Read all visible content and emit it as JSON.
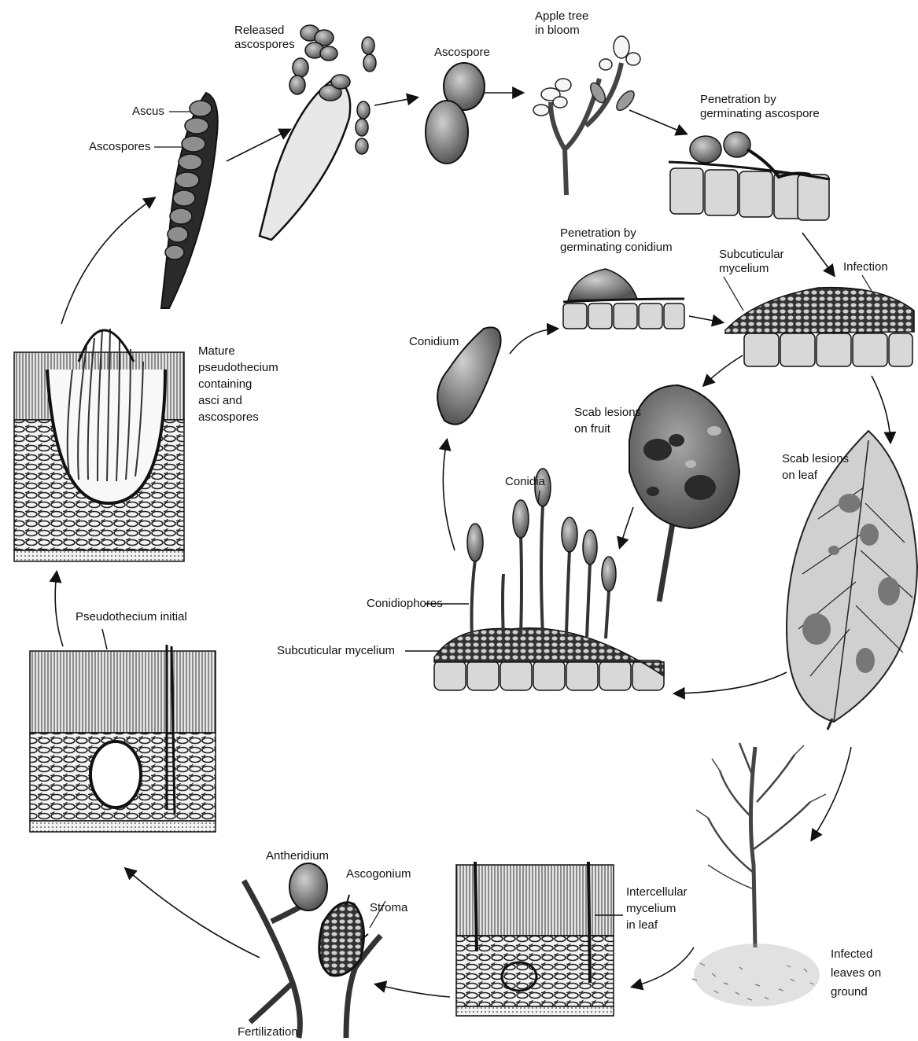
{
  "labels": {
    "released_ascospores": "Released\nascospores",
    "ascospore": "Ascospore",
    "apple_tree_in_bloom": "Apple tree\nin bloom",
    "ascus": "Ascus",
    "ascospores": "Ascospores",
    "penetration_by_germinating_ascospore": "Penetration by\ngerminating ascospore",
    "penetration_by_germinating_conidium": "Penetration by\ngerminating conidium",
    "subcuticular_mycelium_top": "Subcuticular\nmycelium",
    "infection": "Infection",
    "conidium": "Conidium",
    "mature_pseudothecium": "Mature\npseudothecium\ncontaining\nasci and\nascospores",
    "scab_lesions_on_fruit": "Scab lesions\non fruit",
    "scab_lesions_on_leaf": "Scab lesions\non leaf",
    "conidia": "Conidia",
    "conidiophores": "Conidiophores",
    "subcuticular_mycelium_bottom": "Subcuticular mycelium",
    "pseudothecium_initial": "Pseudothecium initial",
    "antheridium": "Antheridium",
    "ascogonium": "Ascogonium",
    "stroma": "Stroma",
    "intercellular_mycelium": "Intercellular\nmycelium\nin leaf",
    "infected_leaves_on_ground": "Infected\nleaves on\nground",
    "fertilization": "Fertilization"
  },
  "colors": {
    "ink": "#1a1a1a",
    "spore_fill": "#9a9a9a",
    "cell_fill": "#d4d4d4",
    "leaf_fill": "#cfcfcf",
    "lesion_fill": "#6e6e6e",
    "fruit_fill": "#7d7d7d"
  }
}
